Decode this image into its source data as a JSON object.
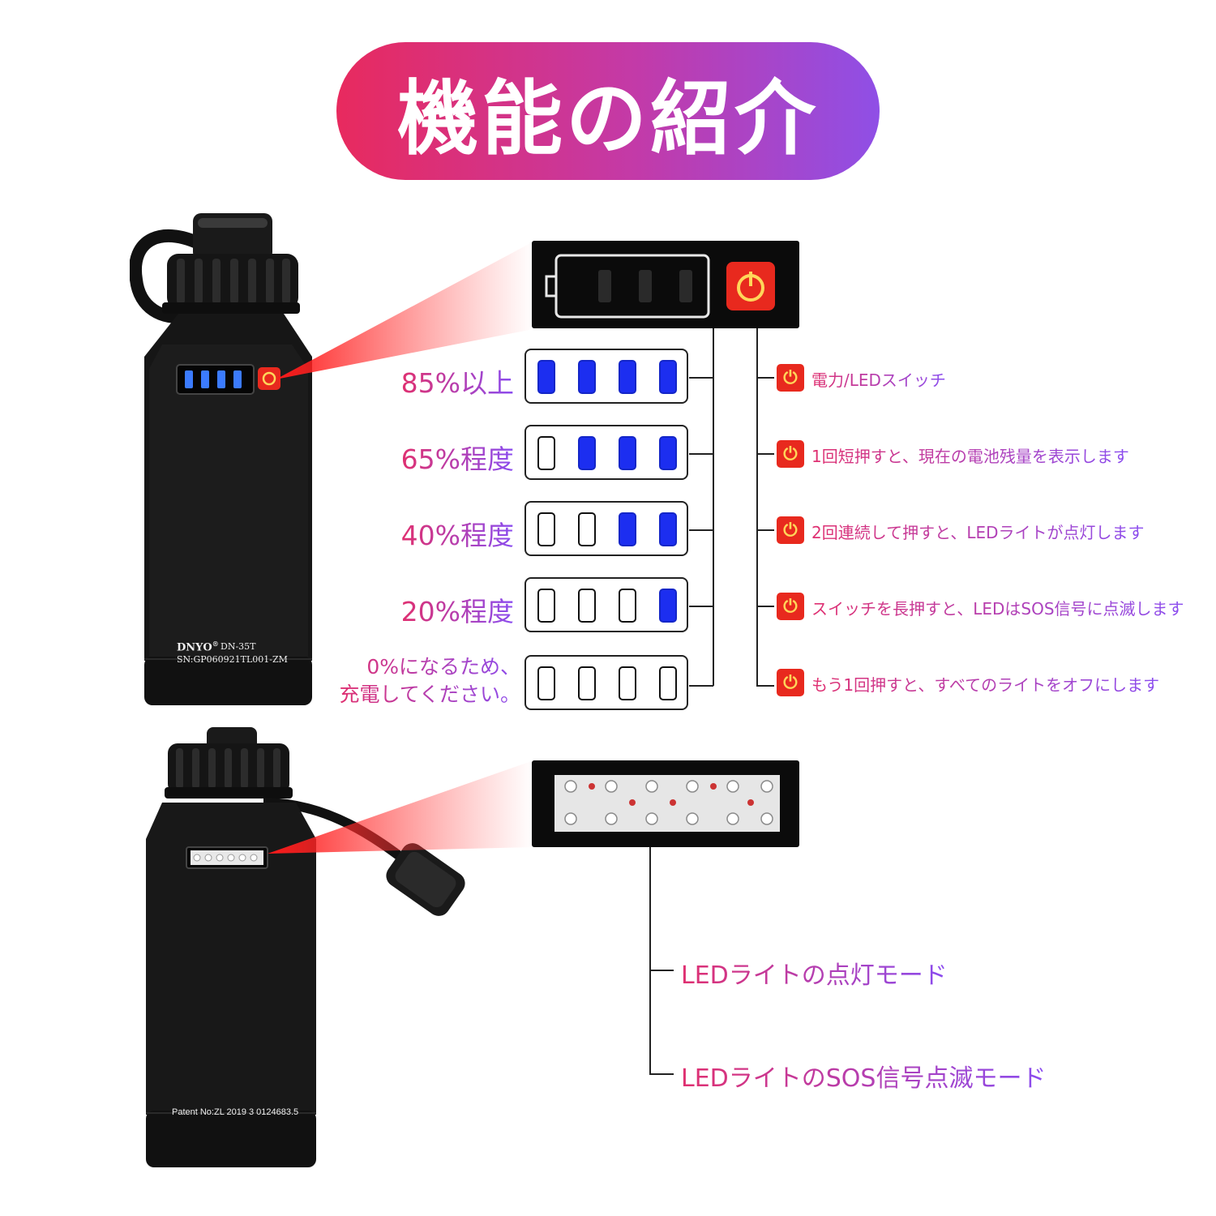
{
  "title": "機能の紹介",
  "device_top": {
    "brand": "DNYO",
    "registered_mark": "®",
    "model": "DN-35T",
    "serial": "SN:GP060921TL001-ZM"
  },
  "device_bottom": {
    "patent": "Patent No:ZL 2019 3 0124683.5"
  },
  "battery_levels": [
    {
      "label": "85%以上",
      "filled": [
        true,
        true,
        true,
        true
      ]
    },
    {
      "label": "65%程度",
      "filled": [
        false,
        true,
        true,
        true
      ]
    },
    {
      "label": "40%程度",
      "filled": [
        false,
        false,
        true,
        true
      ]
    },
    {
      "label": "20%程度",
      "filled": [
        false,
        false,
        false,
        true
      ]
    },
    {
      "label_line1": "0%になるため、",
      "label_line2": "充電してください。",
      "filled": [
        false,
        false,
        false,
        false
      ]
    }
  ],
  "switch_functions": [
    {
      "text": "電力/LEDスイッチ"
    },
    {
      "text": "1回短押すと、現在の電池残量を表示します"
    },
    {
      "text": "2回連続して押すと、LEDライトが点灯します"
    },
    {
      "text": "スイッチを長押すと、LEDはSOS信号に点滅します"
    },
    {
      "text": "もう1回押すと、すべてのライトをオフにします"
    }
  ],
  "power_icon": "power-icon",
  "led_modes": [
    {
      "text": "LEDライトの点灯モード"
    },
    {
      "text": "LEDライトのSOS信号点滅モード"
    }
  ],
  "colors": {
    "pill_start": "#e82a5e",
    "pill_end": "#8f4fe6",
    "battery_blue": "#1c2ef0",
    "switch_red": "#e8291e"
  }
}
